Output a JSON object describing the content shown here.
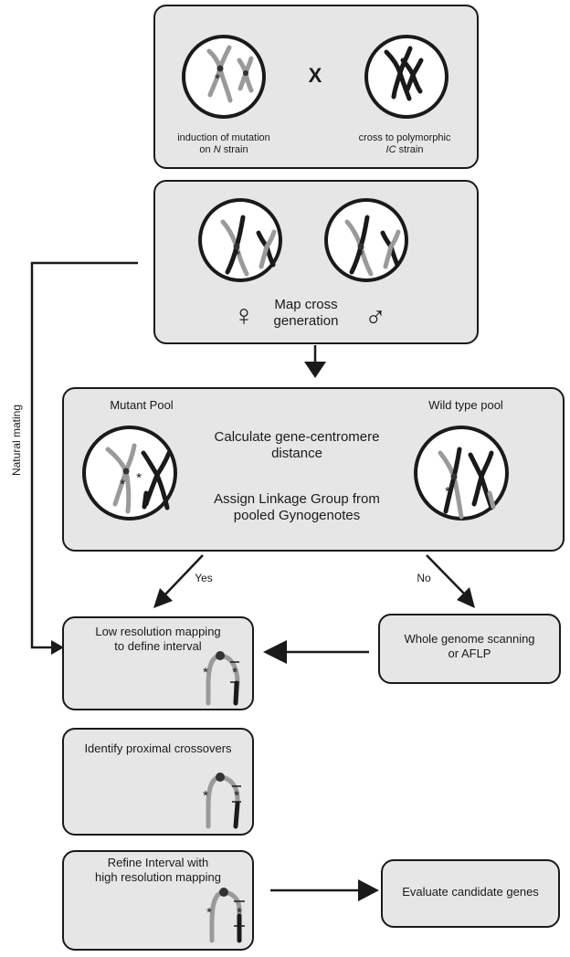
{
  "step1": {
    "left_caption_line1": "induction of mutation",
    "left_caption_line2_pre": "on ",
    "left_caption_line2_it": "N",
    "left_caption_line2_post": " strain",
    "cross_symbol": "X",
    "right_caption_line1": "cross to polymorphic",
    "right_caption_line2_it": "IC",
    "right_caption_line2_post": " strain"
  },
  "step2": {
    "label_line1": "Map cross",
    "label_line2": "generation",
    "female_symbol": "♀",
    "male_symbol": "♂"
  },
  "side_label": "Natural mating",
  "step3": {
    "mutant_pool": "Mutant Pool",
    "wild_type_pool": "Wild type pool",
    "line1": "Calculate gene-centromere",
    "line2": "distance",
    "line3": "Assign Linkage Group from",
    "line4": "pooled Gynogenotes"
  },
  "branch": {
    "yes": "Yes",
    "no": "No"
  },
  "low_res": {
    "line1": "Low resolution mapping",
    "line2": "to define interval"
  },
  "whole_genome": {
    "line1": "Whole genome scanning",
    "line2": "or AFLP"
  },
  "proximal": {
    "label": "Identify proximal crossovers"
  },
  "refine": {
    "line1": "Refine Interval with",
    "line2": "high resolution mapping"
  },
  "evaluate": {
    "label": "Evaluate candidate genes"
  },
  "mutation_marker": "*",
  "colors": {
    "box_fill": "#e6e6e6",
    "mutant_chromosome": "#9a9a9a",
    "wild_chromosome": "#1a1a1a"
  }
}
